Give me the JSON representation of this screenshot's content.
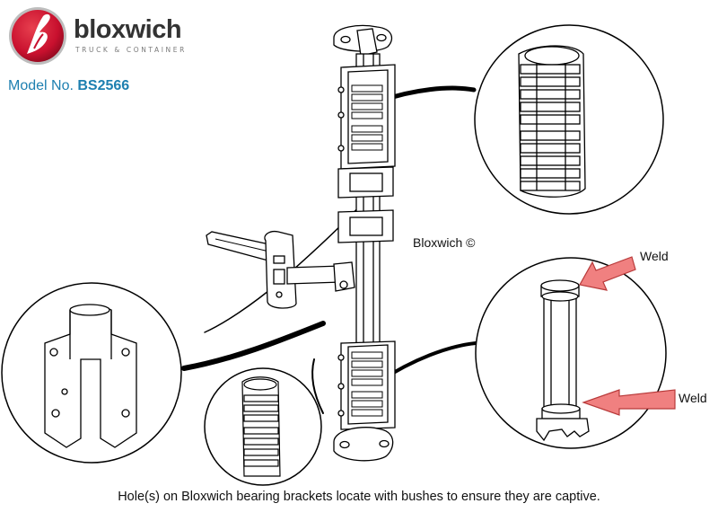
{
  "brand": {
    "name": "bloxwich",
    "tagline": "TRUCK & CONTAINER",
    "logo_color": "#c8102e"
  },
  "model": {
    "label": "Model No.",
    "number": "BS2566",
    "color": "#1d7fb0"
  },
  "diagram": {
    "copyright": "Bloxwich ©",
    "weld_labels": [
      "Weld",
      "Weld"
    ],
    "arrow_color": "#f08080",
    "caption": "Hole(s) on Bloxwich bearing brackets locate with bushes to ensure they are captive."
  },
  "icons": [
    "bloxwich-logo-icon",
    "weld-arrow-icon"
  ]
}
